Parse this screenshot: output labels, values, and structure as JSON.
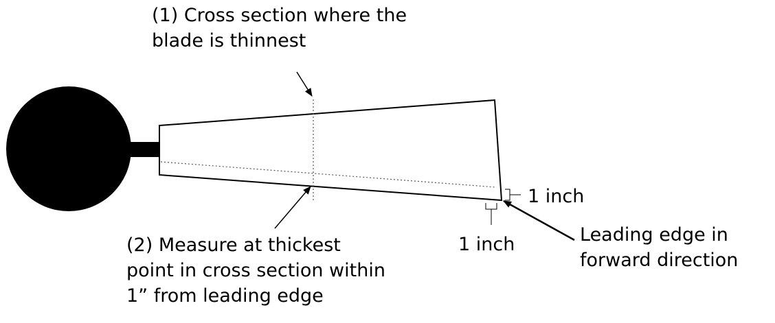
{
  "colors": {
    "ink": "#000000",
    "background": "#ffffff"
  },
  "labels": {
    "cross_section": [
      "(1)  Cross section where the",
      "blade is thinnest"
    ],
    "measure": [
      "(2) Measure at thickest",
      "point in cross section within",
      "1” from leading edge"
    ],
    "leading_edge": [
      "Leading edge in",
      "forward direction"
    ],
    "inch_right": "1 inch",
    "inch_bottom": "1 inch"
  }
}
